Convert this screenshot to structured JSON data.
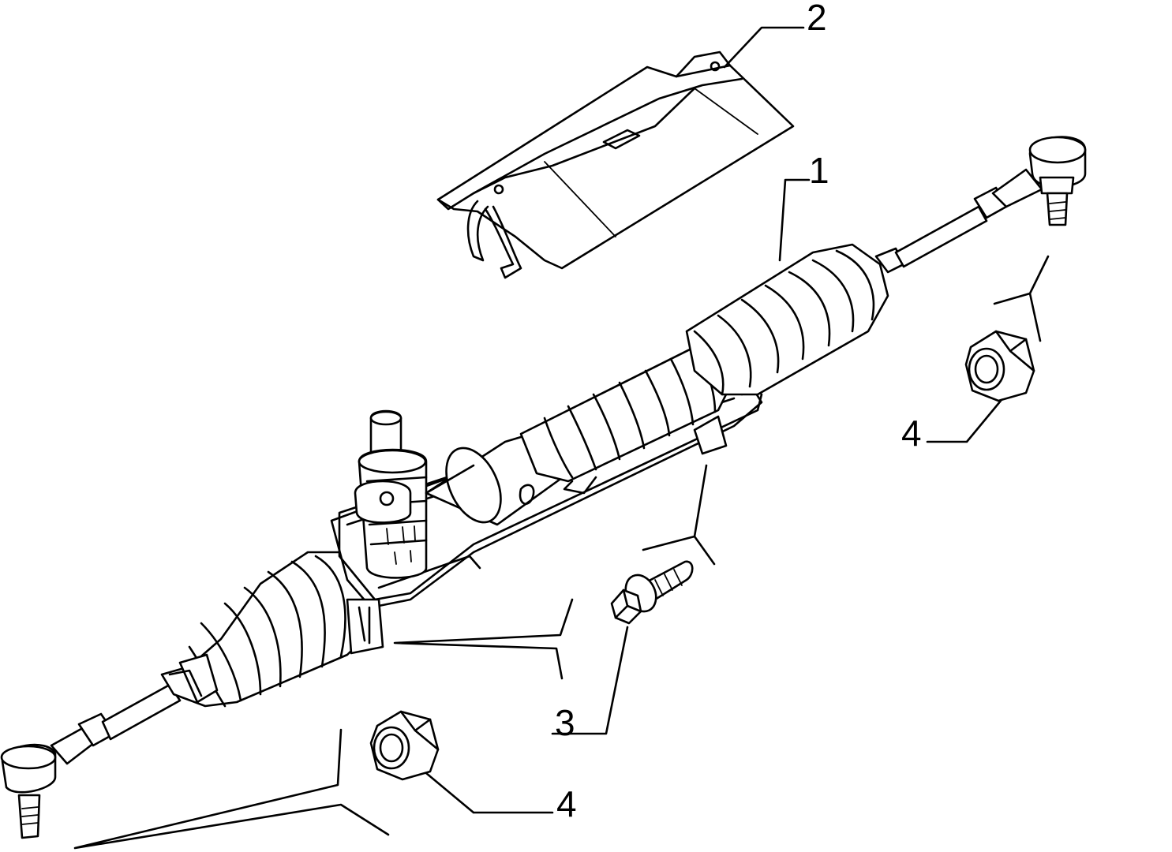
{
  "diagram": {
    "callouts": [
      {
        "id": "1",
        "label": "1"
      },
      {
        "id": "2",
        "label": "2"
      },
      {
        "id": "3",
        "label": "3"
      },
      {
        "id": "4a",
        "label": "4"
      },
      {
        "id": "4b",
        "label": "4"
      }
    ],
    "parts": [
      {
        "callout": "1",
        "icon": "steering-rack-icon"
      },
      {
        "callout": "2",
        "icon": "heat-shield-icon"
      },
      {
        "callout": "3",
        "icon": "bolt-icon"
      },
      {
        "callout": "4",
        "icon": "nut-icon"
      }
    ]
  }
}
